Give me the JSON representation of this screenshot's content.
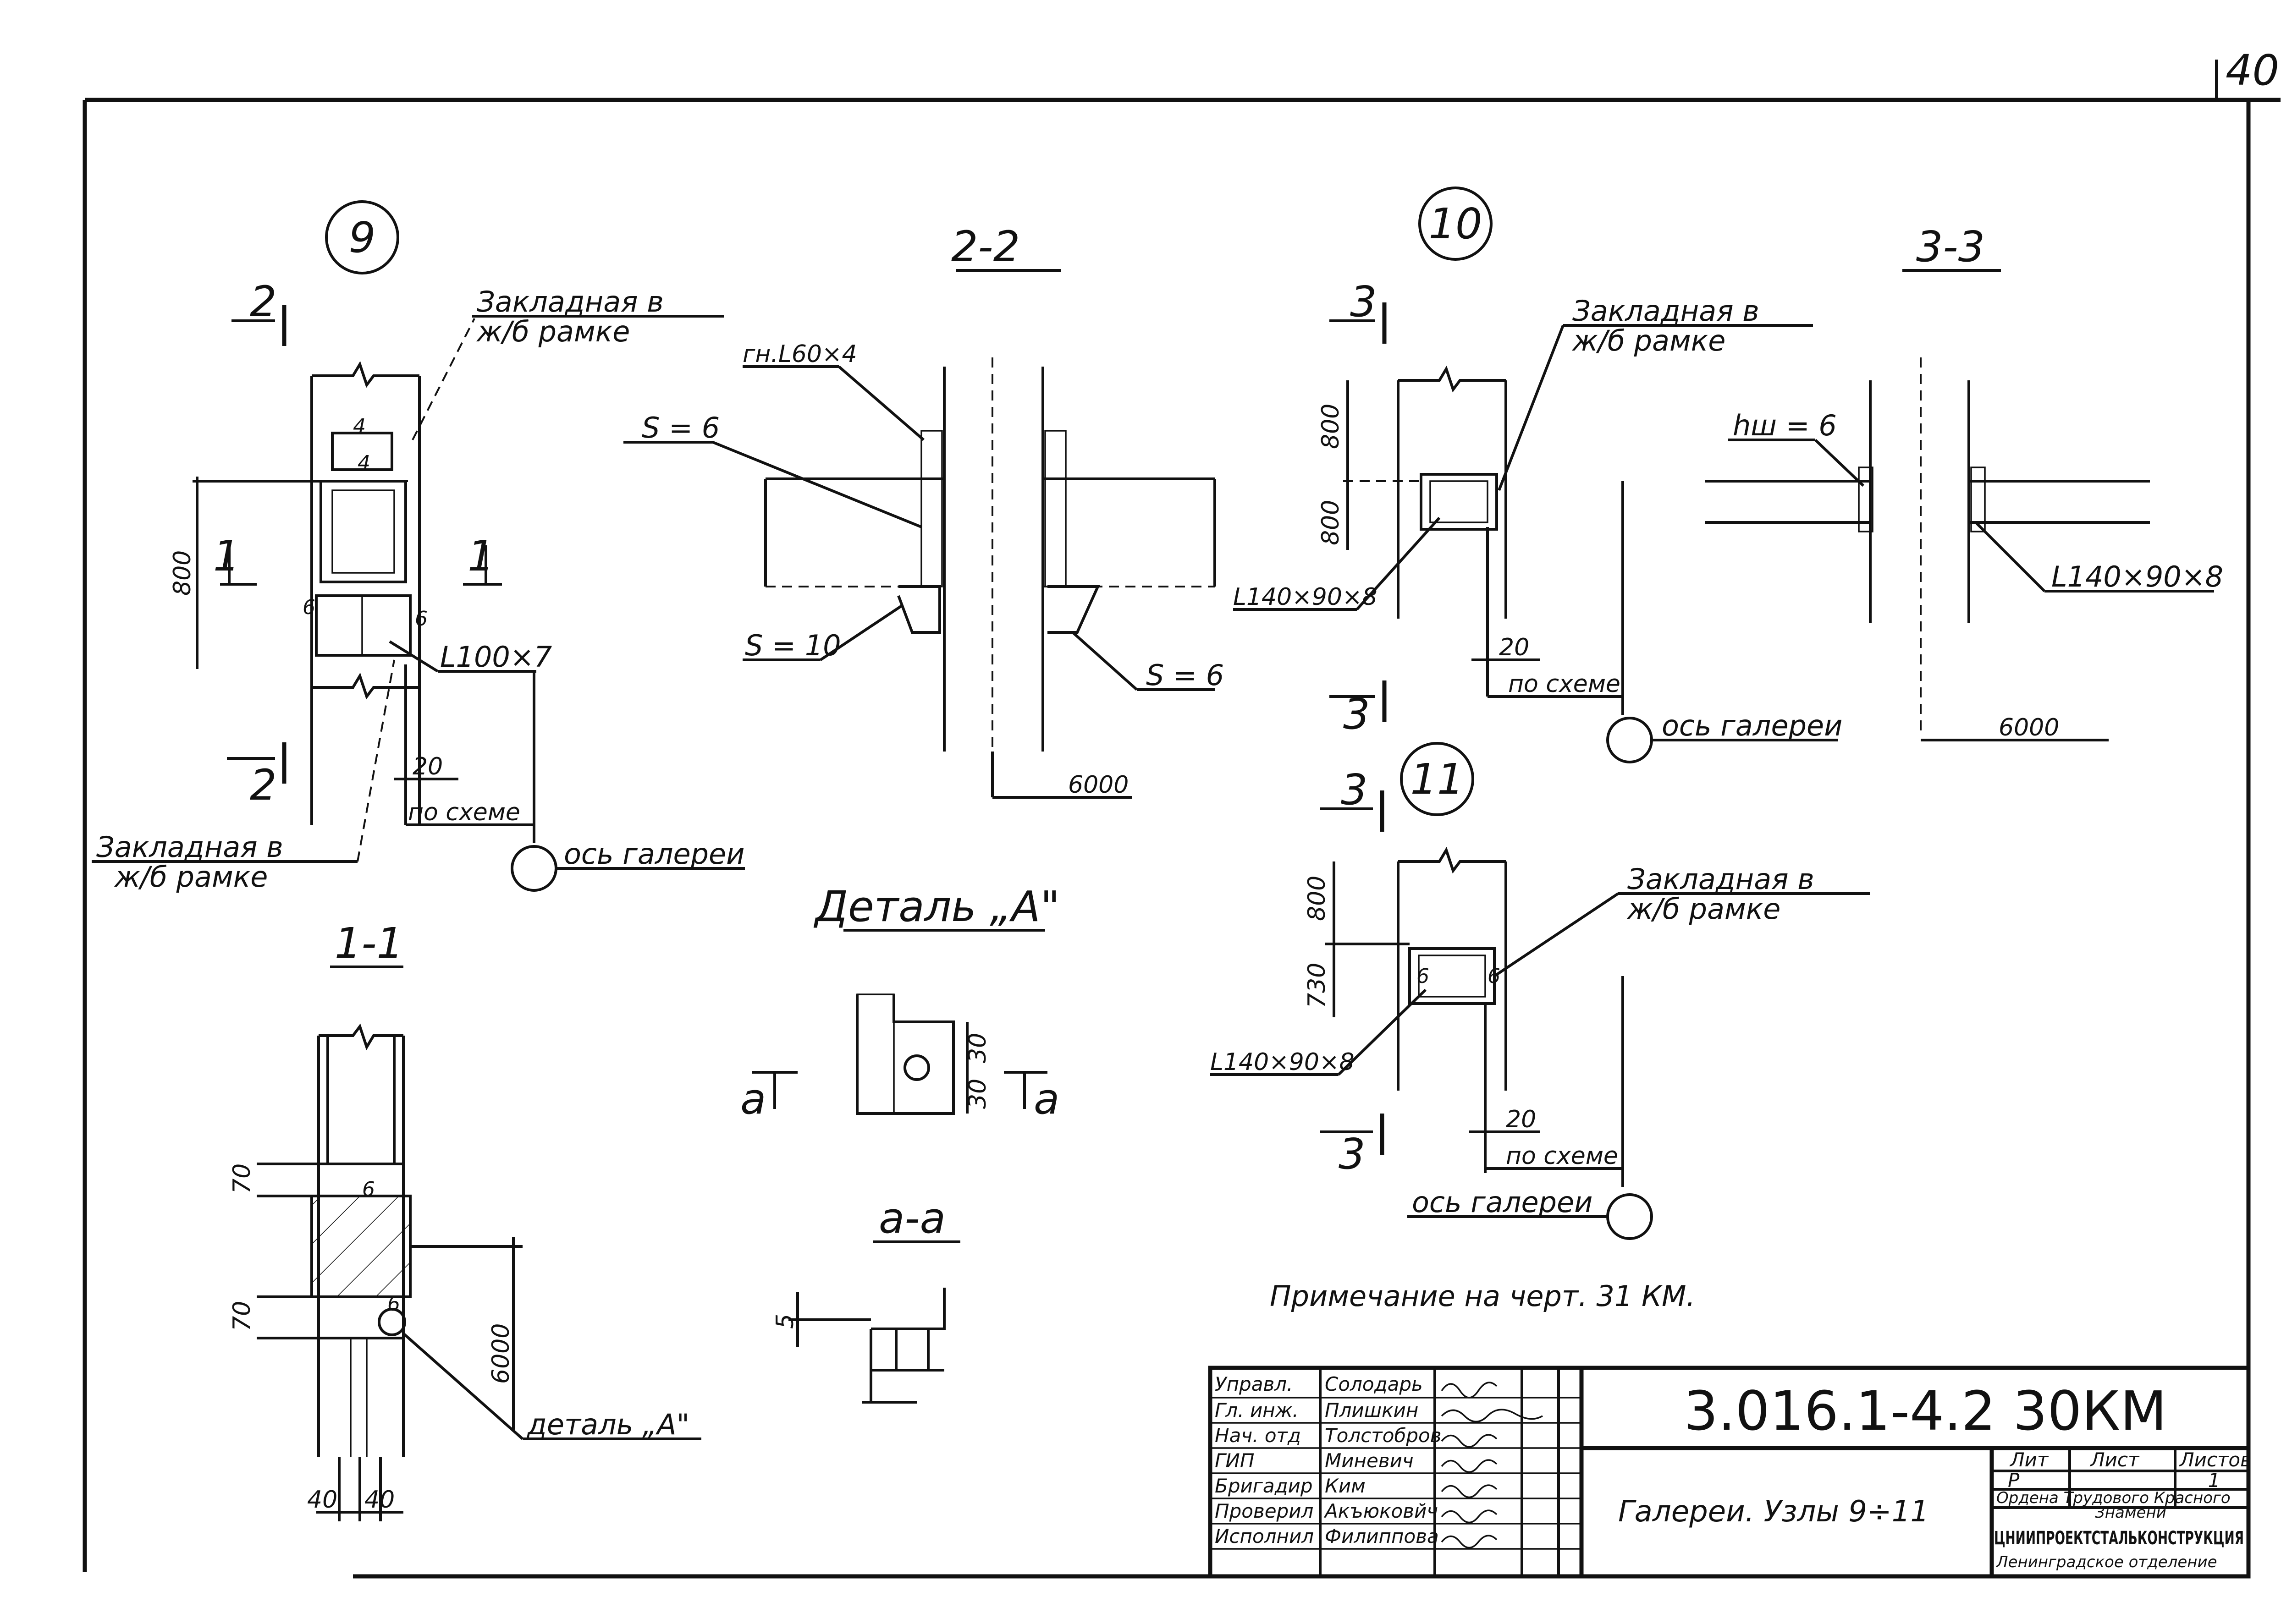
{
  "sheet": {
    "page_number": "40",
    "note": "Примечание  на  черт. 31 КМ."
  },
  "node9": {
    "marker": "9",
    "embed_label_1": "Закладная  в",
    "embed_label_2": "ж/б  рамке",
    "cut_2_top": "2",
    "cut_2_bottom": "2",
    "cut_1_left": "1",
    "cut_1_right": "1",
    "dim_800": "800",
    "weld_4a": "4",
    "weld_4b": "4",
    "weld_6a": "6",
    "weld_6b": "6",
    "angle": "L100×7",
    "dim_20": "20",
    "po_skheme": "по схеме",
    "embed2_label_1": "Закладная  в",
    "embed2_label_2": "ж/б  рамке",
    "axis": "ось  галереи"
  },
  "sec22": {
    "title": "2-2",
    "gn_angle": "гн.L60×4",
    "s6_top": "S = 6",
    "s10": "S = 10",
    "s6_bottom": "S = 6",
    "dim_6000": "6000"
  },
  "detA": {
    "title": "Деталь „А\"",
    "dim_30a": "30",
    "dim_30b": "30",
    "cut_a_left": "а",
    "cut_a_right": "а"
  },
  "secaa": {
    "title": "а-а",
    "dim_5": "5"
  },
  "sec11": {
    "title": "1-1",
    "dim_70a": "70",
    "dim_70b": "70",
    "weld_6a": "6",
    "weld_6b": "6",
    "dim_6000": "6000",
    "dim_40a": "40",
    "dim_40b": "40",
    "detail_ref": "деталь „А\""
  },
  "node10": {
    "marker": "10",
    "cut_3_top": "3",
    "cut_3_bottom": "3",
    "embed_label_1": "Закладная  в",
    "embed_label_2": "ж/б  рамке",
    "dim_800a": "800",
    "dim_800b": "800",
    "angle": "L140×90×8",
    "dim_20": "20",
    "po_skheme": "по схеме",
    "axis": "ось  галереи"
  },
  "sec33": {
    "title": "3-3",
    "hw": "hш = 6",
    "angle": "L140×90×8",
    "dim_6000": "6000"
  },
  "node11": {
    "marker": "11",
    "cut_3_top": "3",
    "cut_3_bottom": "3",
    "embed_label_1": "Закладная  в",
    "embed_label_2": "ж/б  рамке",
    "dim_800": "800",
    "dim_730": "730",
    "weld_6a": "6",
    "weld_6b": "6",
    "angle": "L140×90×8",
    "dim_20": "20",
    "po_skheme": "по схеме",
    "axis": "ось  галереи"
  },
  "title_block": {
    "doc_code": "3.016.1-4.2  30КМ",
    "title": "Галереи.  Узлы  9÷11",
    "roles": [
      {
        "role": "Управл.",
        "name": "Солодарь"
      },
      {
        "role": "Гл. инж.",
        "name": "Плишкин"
      },
      {
        "role": "Нач. отд",
        "name": "Толстобров"
      },
      {
        "role": "ГИП",
        "name": "Миневич"
      },
      {
        "role": "Бригадир",
        "name": "Ким"
      },
      {
        "role": "Проверил",
        "name": "Акъюковйч"
      },
      {
        "role": "Исполнил",
        "name": "Филиппова"
      }
    ],
    "lit_header": "Лит",
    "sheet_header": "Лист",
    "sheets_header": "Листов",
    "lit_value": "Р",
    "sheets_value": "1",
    "org_line1": "Ордена  Трудового Красного",
    "org_line2": "Знамени",
    "org_name": "ЦНИИПРОЕКТСТАЛЬКОНСТРУКЦИЯ",
    "org_dept": "Ленинградское  отделение"
  }
}
